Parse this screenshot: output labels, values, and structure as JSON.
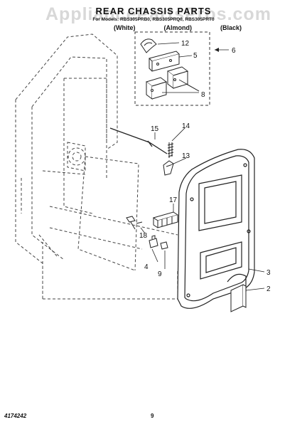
{
  "watermark": "AppliancePartsPros.com",
  "header": {
    "title": "REAR CHASSIS PARTS",
    "subtitle": "For Models: RBS305PRB0, RBS305PRQ0, RBS305PRT0",
    "colors": [
      "(White)",
      "(Almond)",
      "(Black)"
    ]
  },
  "callouts": {
    "c12": "12",
    "c5": "5",
    "c6": "6",
    "c8": "8",
    "c15": "15",
    "c14": "14",
    "c13": "13",
    "c17": "17",
    "c18": "18",
    "c4": "4",
    "c9": "9",
    "c3": "3",
    "c2": "2"
  },
  "footer": {
    "doc_number": "4174242",
    "page_number": "9"
  }
}
